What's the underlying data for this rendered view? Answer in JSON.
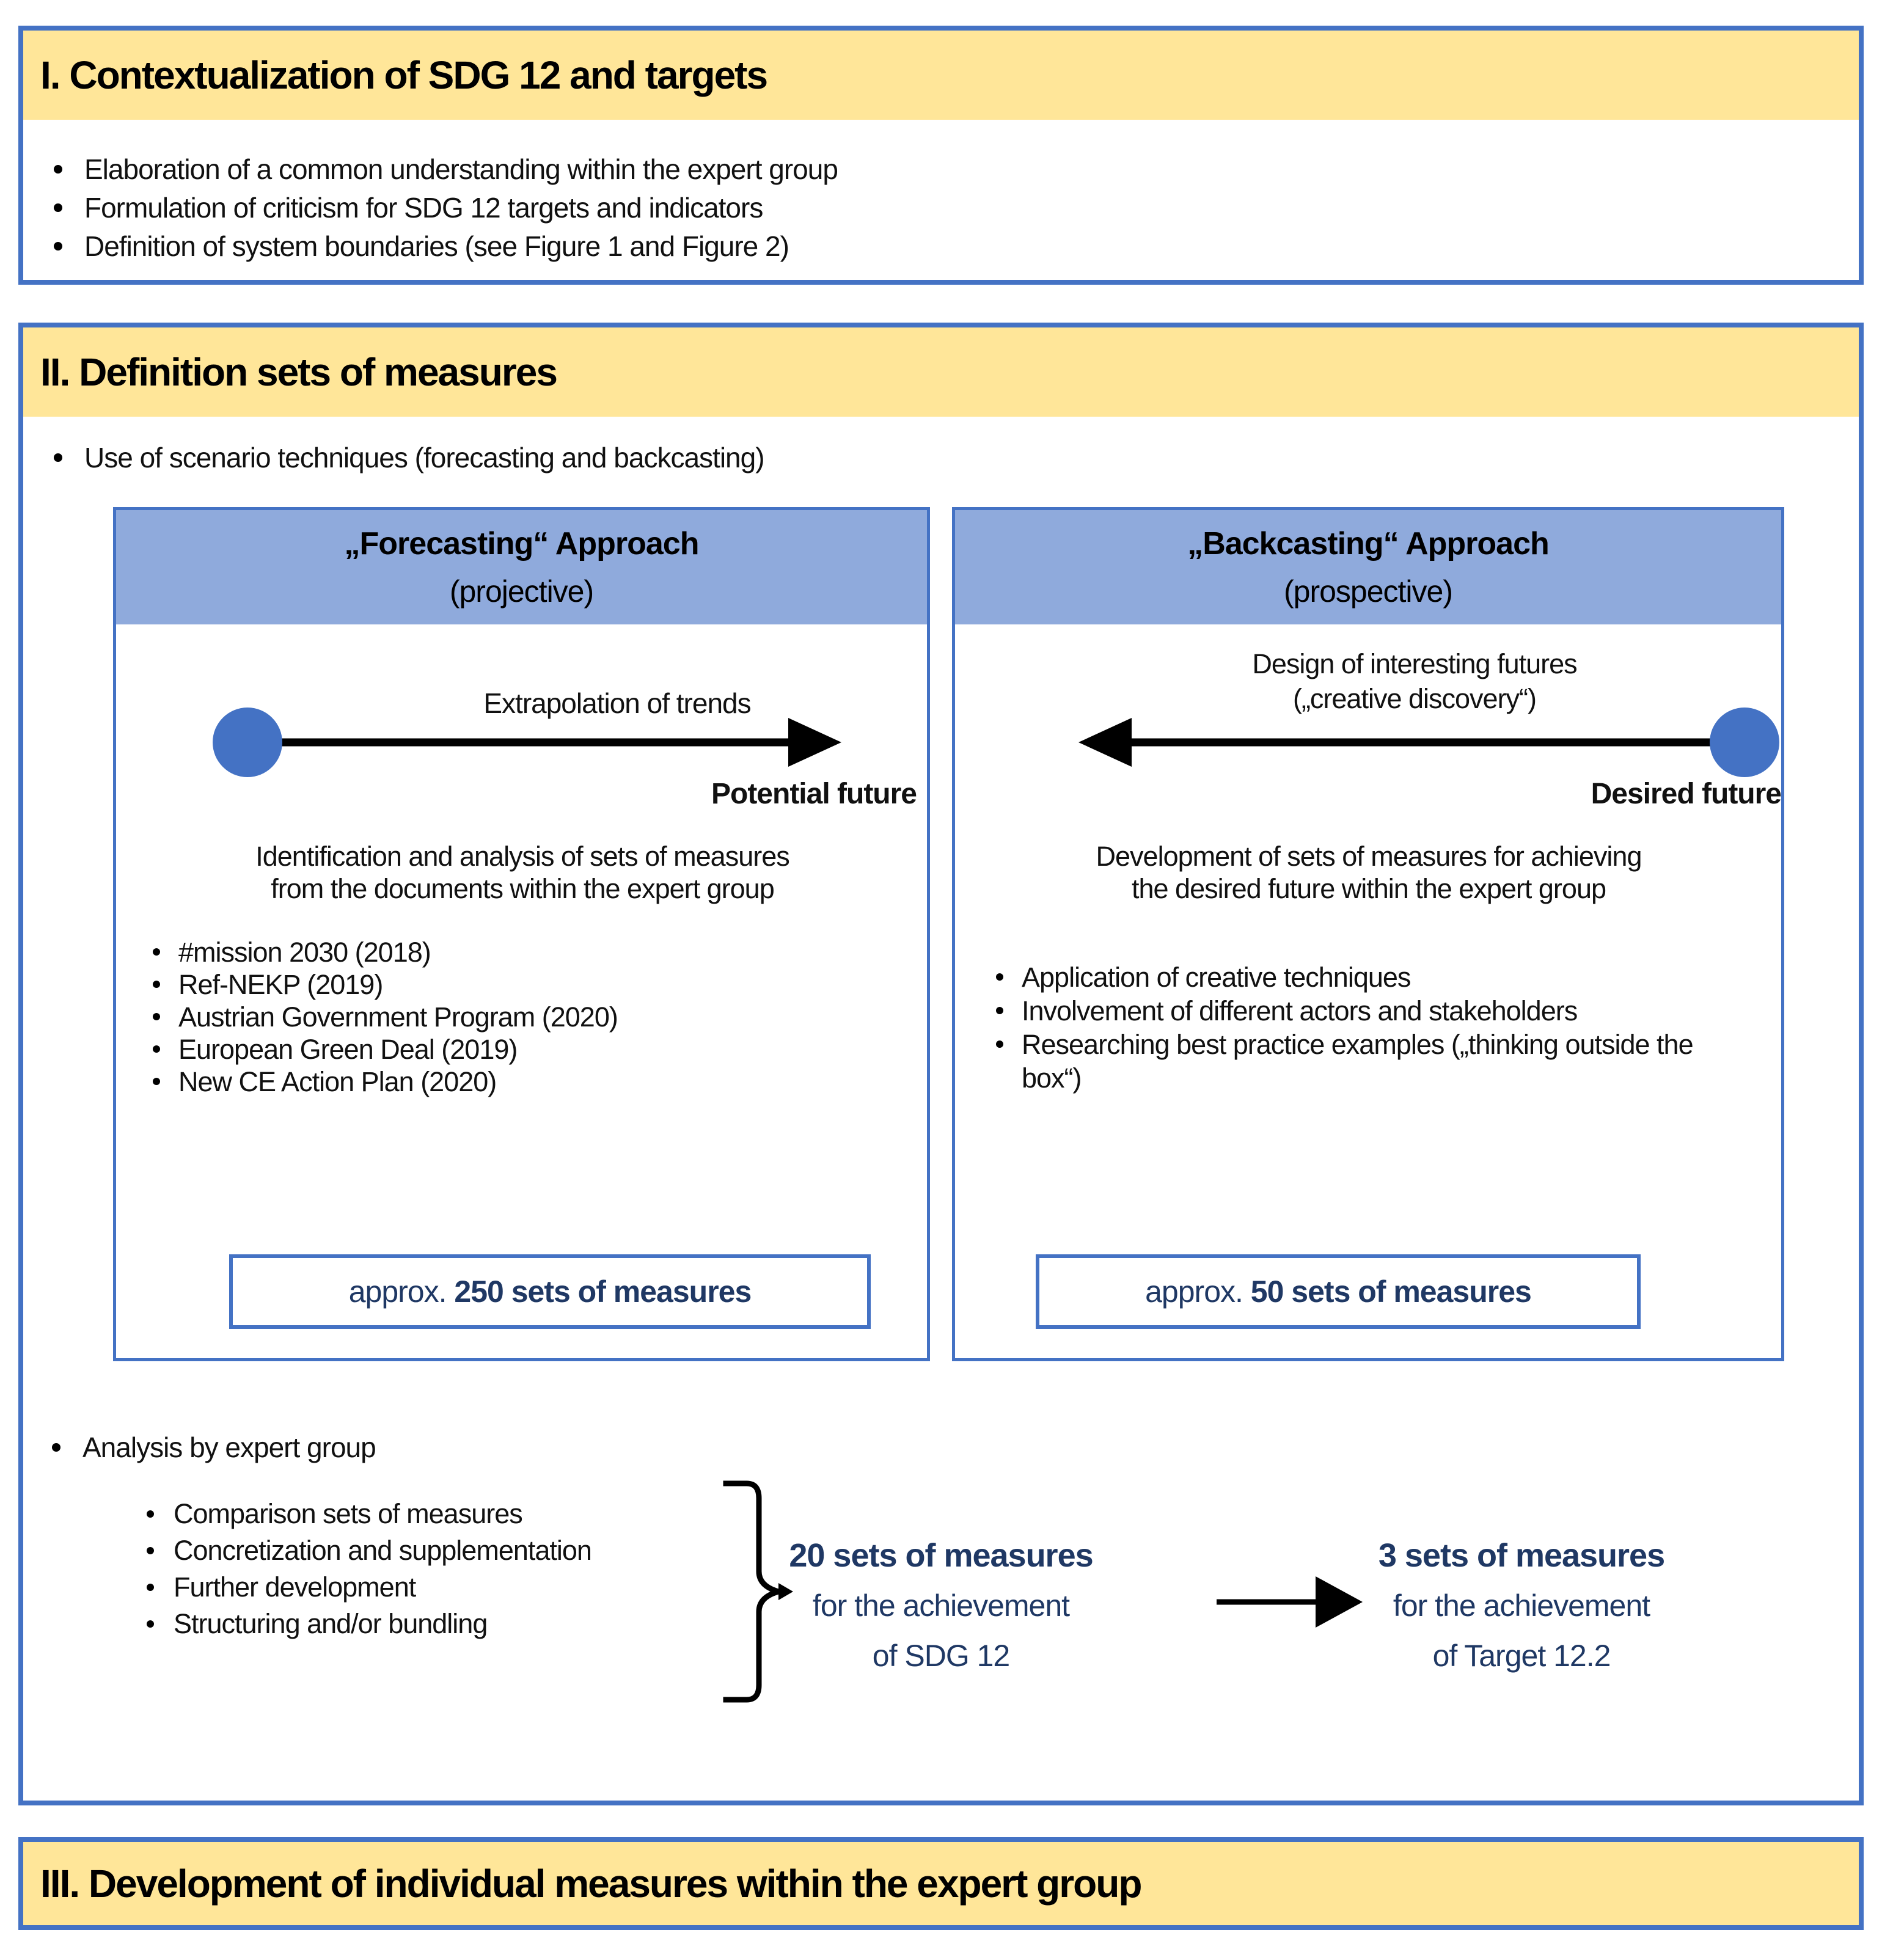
{
  "colors": {
    "accent_blue": "#4472C4",
    "header_blue": "#8FAADC",
    "band_yellow": "#FFE699",
    "navy": "#1F3864"
  },
  "section1": {
    "title": "I. Contextualization of SDG 12 and targets",
    "bullets": [
      "Elaboration of a common understanding within the expert group",
      "Formulation of criticism for SDG 12 targets and indicators",
      "Definition of system boundaries (see Figure 1 and Figure 2)"
    ]
  },
  "section2": {
    "title": "II. Definition sets of measures",
    "intro": "Use of scenario techniques (forecasting and backcasting)",
    "forecasting": {
      "title": "„Forecasting“ Approach",
      "subtitle": "(projective)",
      "trend_label": "Extrapolation of trends",
      "future_label": "Potential future",
      "desc1": "Identification and analysis of sets of measures",
      "desc2": "from the documents within the expert group",
      "docs": [
        "#mission 2030 (2018)",
        "Ref-NEKP (2019)",
        "Austrian Government Program (2020)",
        "European Green Deal (2019)",
        "New CE Action Plan (2020)"
      ],
      "result_prefix": "approx. ",
      "result_bold": "250 sets of measures"
    },
    "backcasting": {
      "title": "„Backcasting“ Approach",
      "subtitle": "(prospective)",
      "design1": "Design of interesting futures",
      "design2": "(„creative discovery“)",
      "future_label": "Desired future",
      "desc1": "Development of sets of measures for achieving",
      "desc2": "the desired future within the expert group",
      "bullets": [
        "Application of creative techniques",
        "Involvement of different actors and stakeholders",
        "Researching best practice examples („thinking outside the box“)"
      ],
      "result_prefix": "approx. ",
      "result_bold": "50 sets of measures"
    },
    "analysis": {
      "label": "Analysis by expert group",
      "items": [
        "Comparison sets of measures",
        "Concretization and supplementation",
        "Further development",
        "Structuring and/or bundling"
      ],
      "outcome_sdg": {
        "line1": "20 sets of measures",
        "line2": "for the achievement",
        "line3": "of SDG 12"
      },
      "outcome_target": {
        "line1": "3 sets of measures",
        "line2": "for the achievement",
        "line3": "of Target 12.2"
      }
    }
  },
  "section3": {
    "title": "III. Development of individual measures within the expert group"
  }
}
